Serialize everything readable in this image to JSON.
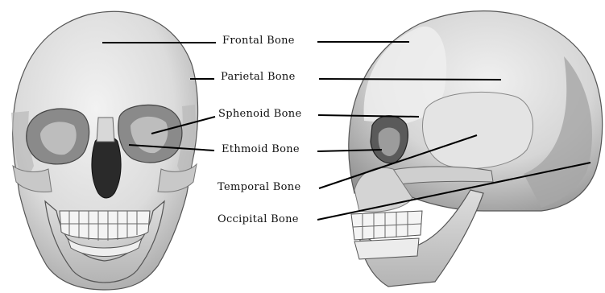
{
  "labels": {
    "frontal": "Frontal Bone",
    "parietal": "Parietal Bone",
    "sphenoid": "Sphenoid Bone",
    "ethmoid": "Ethmoid Bone",
    "temporal": "Temporal Bone",
    "occipital": "Occipital Bone"
  },
  "colors": {
    "background": "#ffffff",
    "bone_light": "#e9e9e9",
    "bone_mid": "#cfcfcf",
    "bone_dark": "#9a9a9a",
    "cavity": "#2a2a2a",
    "leader_line": "#000000",
    "text": "#111111"
  },
  "illustrations": {
    "left": "anterior-view-skull",
    "right": "lateral-view-skull"
  }
}
